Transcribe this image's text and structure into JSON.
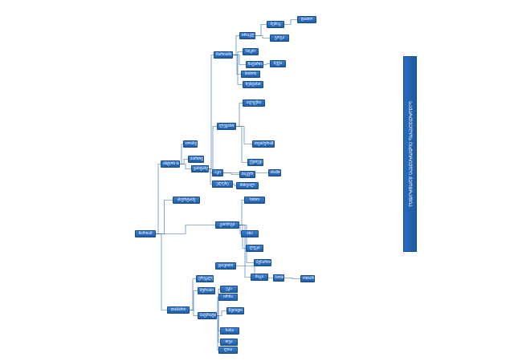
{
  "title": "ᲡᲐᲥᲐᲠᲗᲕᲔᲚᲝᲡ ᲘᲡᲢᲝᲠᲘᲣᲚᲘ ᲒᲔᲝᲒᲠᲐᲤᲘᲐ",
  "nodes": [
    {
      "id": "root",
      "label": "მარიამ"
    },
    {
      "id": "a1",
      "label": "იოანე"
    },
    {
      "id": "a2",
      "label": "ანტონ ბაგრატ"
    },
    {
      "id": "a3",
      "label": "ბართლ"
    },
    {
      "id": "a4",
      "label": "ვახტანგ"
    },
    {
      "id": "a5",
      "label": "ასურტაძე"
    },
    {
      "id": "a6",
      "label": "თამარი"
    },
    {
      "id": "b1",
      "label": "მარიამი"
    },
    {
      "id": "b2",
      "label": "ლევანი"
    },
    {
      "id": "b3",
      "label": "აკი"
    },
    {
      "id": "b4",
      "label": "ელენე"
    },
    {
      "id": "b5",
      "label": "გიორგი"
    },
    {
      "id": "b6",
      "label": "დავითი"
    },
    {
      "id": "b7",
      "label": "ერეკლე"
    },
    {
      "id": "b8",
      "label": "ზურაბი"
    },
    {
      "id": "b9",
      "label": "ბაგრატი"
    },
    {
      "id": "c1",
      "label": "ირაკლი"
    },
    {
      "id": "c2",
      "label": "ბესიკ"
    },
    {
      "id": "c3",
      "label": "ნიკო"
    },
    {
      "id": "c4",
      "label": "ზაქარია"
    },
    {
      "id": "c5",
      "label": "სიმონ"
    },
    {
      "id": "c6",
      "label": "ნესტანი"
    },
    {
      "id": "c7",
      "label": "ალექსი"
    },
    {
      "id": "c8",
      "label": "თეიმურაზ"
    },
    {
      "id": "c9",
      "label": "ქეთევანი"
    },
    {
      "id": "c10",
      "label": "თამთა"
    },
    {
      "id": "c11",
      "label": "ბაკურ"
    },
    {
      "id": "c12",
      "label": "მიხეილ"
    },
    {
      "id": "c13",
      "label": "ნინო"
    },
    {
      "id": "c14",
      "label": "ანა"
    },
    {
      "id": "c15",
      "label": "ლუკა"
    },
    {
      "id": "c16",
      "label": "ბესარიონ"
    },
    {
      "id": "c17",
      "label": "მაკა"
    },
    {
      "id": "c18",
      "label": "ეკა"
    },
    {
      "id": "c19",
      "label": "ირმა"
    },
    {
      "id": "c20",
      "label": "ზვიადი"
    },
    {
      "id": "c21",
      "label": "ნანა"
    },
    {
      "id": "c22",
      "label": "თეა"
    },
    {
      "id": "c23",
      "label": "ლია"
    },
    {
      "id": "c24",
      "label": "სოსო"
    },
    {
      "id": "c25",
      "label": "ოთარ"
    },
    {
      "id": "c26",
      "label": "გოგა"
    },
    {
      "id": "c27",
      "label": "ბექა"
    },
    {
      "id": "c28",
      "label": "დათო"
    }
  ]
}
